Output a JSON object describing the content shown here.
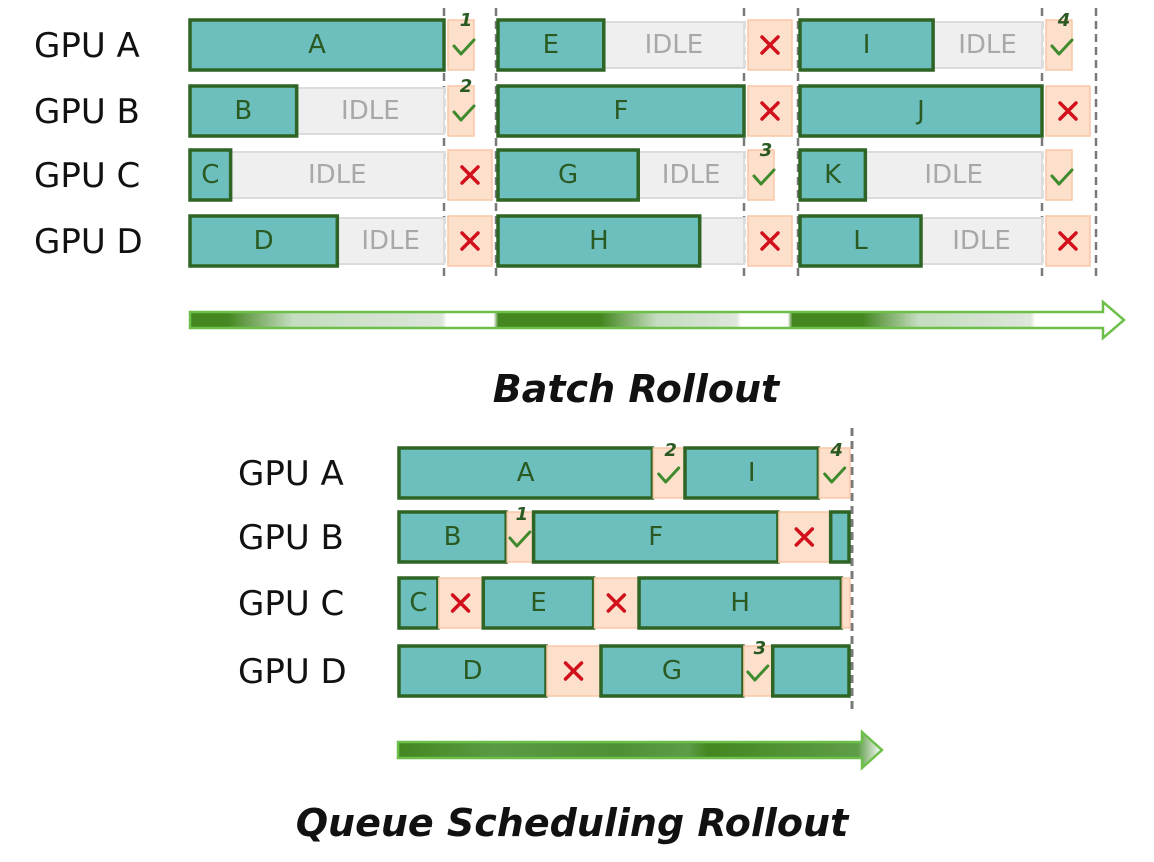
{
  "colors": {
    "task_fill": "#6cbfbd",
    "task_stroke": "#2e6424",
    "idle_fill": "#efefef",
    "idle_stroke": "#dcdcdc",
    "slot_fill": "#fde0cc",
    "slot_stroke": "#f9c6a6",
    "check": "#3f8a2c",
    "cross": "#d1101c",
    "arrow_dark": "#44861f",
    "arrow_outline": "#6cc04a",
    "divider": "#7a7a7a"
  },
  "batch": {
    "title": "Batch Rollout",
    "gpus": [
      "GPU A",
      "GPU B",
      "GPU C",
      "GPU D"
    ],
    "batches": [
      {
        "rows": [
          {
            "task": "A",
            "busy_fraction": 1.0,
            "idle_label": "",
            "result": "check",
            "order": "1"
          },
          {
            "task": "B",
            "busy_fraction": 0.42,
            "idle_label": "IDLE",
            "result": "check",
            "order": "2"
          },
          {
            "task": "C",
            "busy_fraction": 0.16,
            "idle_label": "IDLE",
            "result": "cross",
            "order": ""
          },
          {
            "task": "D",
            "busy_fraction": 0.58,
            "idle_label": "IDLE",
            "result": "cross",
            "order": ""
          }
        ]
      },
      {
        "rows": [
          {
            "task": "E",
            "busy_fraction": 0.43,
            "idle_label": "IDLE",
            "result": "cross",
            "order": ""
          },
          {
            "task": "F",
            "busy_fraction": 1.0,
            "idle_label": "",
            "result": "cross",
            "order": ""
          },
          {
            "task": "G",
            "busy_fraction": 0.57,
            "idle_label": "IDLE",
            "result": "check",
            "order": "3"
          },
          {
            "task": "H",
            "busy_fraction": 0.82,
            "idle_label": "",
            "result": "cross",
            "order": ""
          }
        ]
      },
      {
        "rows": [
          {
            "task": "I",
            "busy_fraction": 0.55,
            "idle_label": "IDLE",
            "result": "check",
            "order": "4"
          },
          {
            "task": "J",
            "busy_fraction": 1.0,
            "idle_label": "",
            "result": "cross",
            "order": ""
          },
          {
            "task": "K",
            "busy_fraction": 0.27,
            "idle_label": "IDLE",
            "result": "check",
            "order": ""
          },
          {
            "task": "L",
            "busy_fraction": 0.5,
            "idle_label": "IDLE",
            "result": "cross",
            "order": ""
          }
        ]
      }
    ]
  },
  "queue": {
    "title": "Queue Scheduling Rollout",
    "gpus": [
      "GPU A",
      "GPU B",
      "GPU C",
      "GPU D"
    ],
    "rows": [
      [
        {
          "type": "task",
          "label": "A",
          "units": 10
        },
        {
          "type": "slot",
          "result": "check",
          "order": "2",
          "units": 1.2
        },
        {
          "type": "task",
          "label": "I",
          "units": 5.3
        },
        {
          "type": "slot",
          "result": "check",
          "order": "4",
          "units": 1.2
        }
      ],
      [
        {
          "type": "task",
          "label": "B",
          "units": 4.3
        },
        {
          "type": "slot",
          "result": "check",
          "order": "1",
          "units": 1.0
        },
        {
          "type": "task",
          "label": "F",
          "units": 9.7
        },
        {
          "type": "slot",
          "result": "cross",
          "order": "",
          "units": 2.0
        },
        {
          "type": "task",
          "label": "",
          "units": 0.8
        }
      ],
      [
        {
          "type": "task",
          "label": "C",
          "units": 1.6
        },
        {
          "type": "slot",
          "result": "cross",
          "order": "",
          "units": 1.7
        },
        {
          "type": "task",
          "label": "E",
          "units": 4.4
        },
        {
          "type": "slot",
          "result": "cross",
          "order": "",
          "units": 1.7
        },
        {
          "type": "task",
          "label": "H",
          "units": 8.0
        },
        {
          "type": "slot",
          "result": "",
          "order": "",
          "units": 0.3
        }
      ],
      [
        {
          "type": "task",
          "label": "D",
          "units": 5.9
        },
        {
          "type": "slot",
          "result": "cross",
          "order": "",
          "units": 2.1
        },
        {
          "type": "task",
          "label": "G",
          "units": 5.7
        },
        {
          "type": "slot",
          "result": "check",
          "order": "3",
          "units": 1.1
        },
        {
          "type": "task",
          "label": "",
          "units": 3.1
        }
      ]
    ]
  }
}
